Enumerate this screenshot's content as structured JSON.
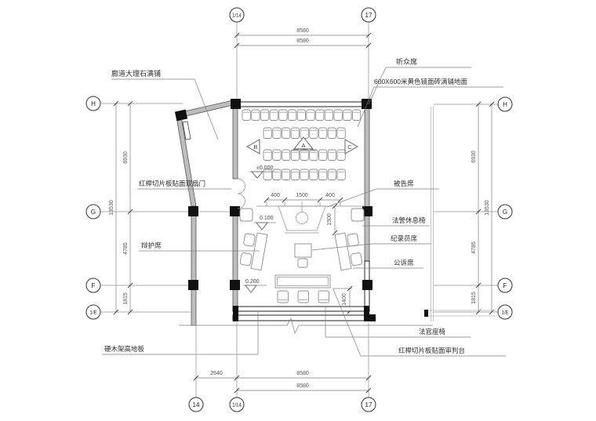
{
  "labels": {
    "corridor_marble": "廊道大理石满铺",
    "audience_seats": "听众席",
    "floor_tile": "600X600米黄色镜面砖满铺地面",
    "veneer_door": "红榉切片板贴面双扇门",
    "defense_seat": "辩护席",
    "defendant_seat": "被告席",
    "bailiff_chair": "法警休息椅",
    "recorder_seat": "纪录员席",
    "prosecutor_seat": "公诉席",
    "judge_chair": "法官座椅",
    "judge_bench": "红榉切片板贴面审判台",
    "raised_floor": "硬木架高地板"
  },
  "levels": {
    "zero": "±0.000",
    "dock_area": "0.100",
    "bench_area": "0.200"
  },
  "grid": {
    "top": [
      "1/14",
      "17"
    ],
    "bottom": [
      "14",
      "1/14",
      "17"
    ],
    "left": [
      "H",
      "G",
      "F",
      "1/E"
    ],
    "right": [
      "H",
      "G",
      "F",
      "1/E"
    ]
  },
  "dims": {
    "top": [
      "8580",
      "8580"
    ],
    "bottom": [
      "2640",
      "8580",
      "8580"
    ],
    "left_total": "13530",
    "left_segments": [
      "6930",
      "4785",
      "1815"
    ],
    "right_total": "13530",
    "right_segments": [
      "6930",
      "4785",
      "1815"
    ],
    "dock": [
      "400",
      "1500",
      "400"
    ],
    "dock_depth": "1500",
    "bench_front": "1400"
  },
  "markers": {
    "a": "A",
    "b": "B",
    "c": "C"
  },
  "furniture": {
    "audience_rows": [
      13,
      9,
      9,
      9
    ],
    "judge_chairs": 3
  }
}
